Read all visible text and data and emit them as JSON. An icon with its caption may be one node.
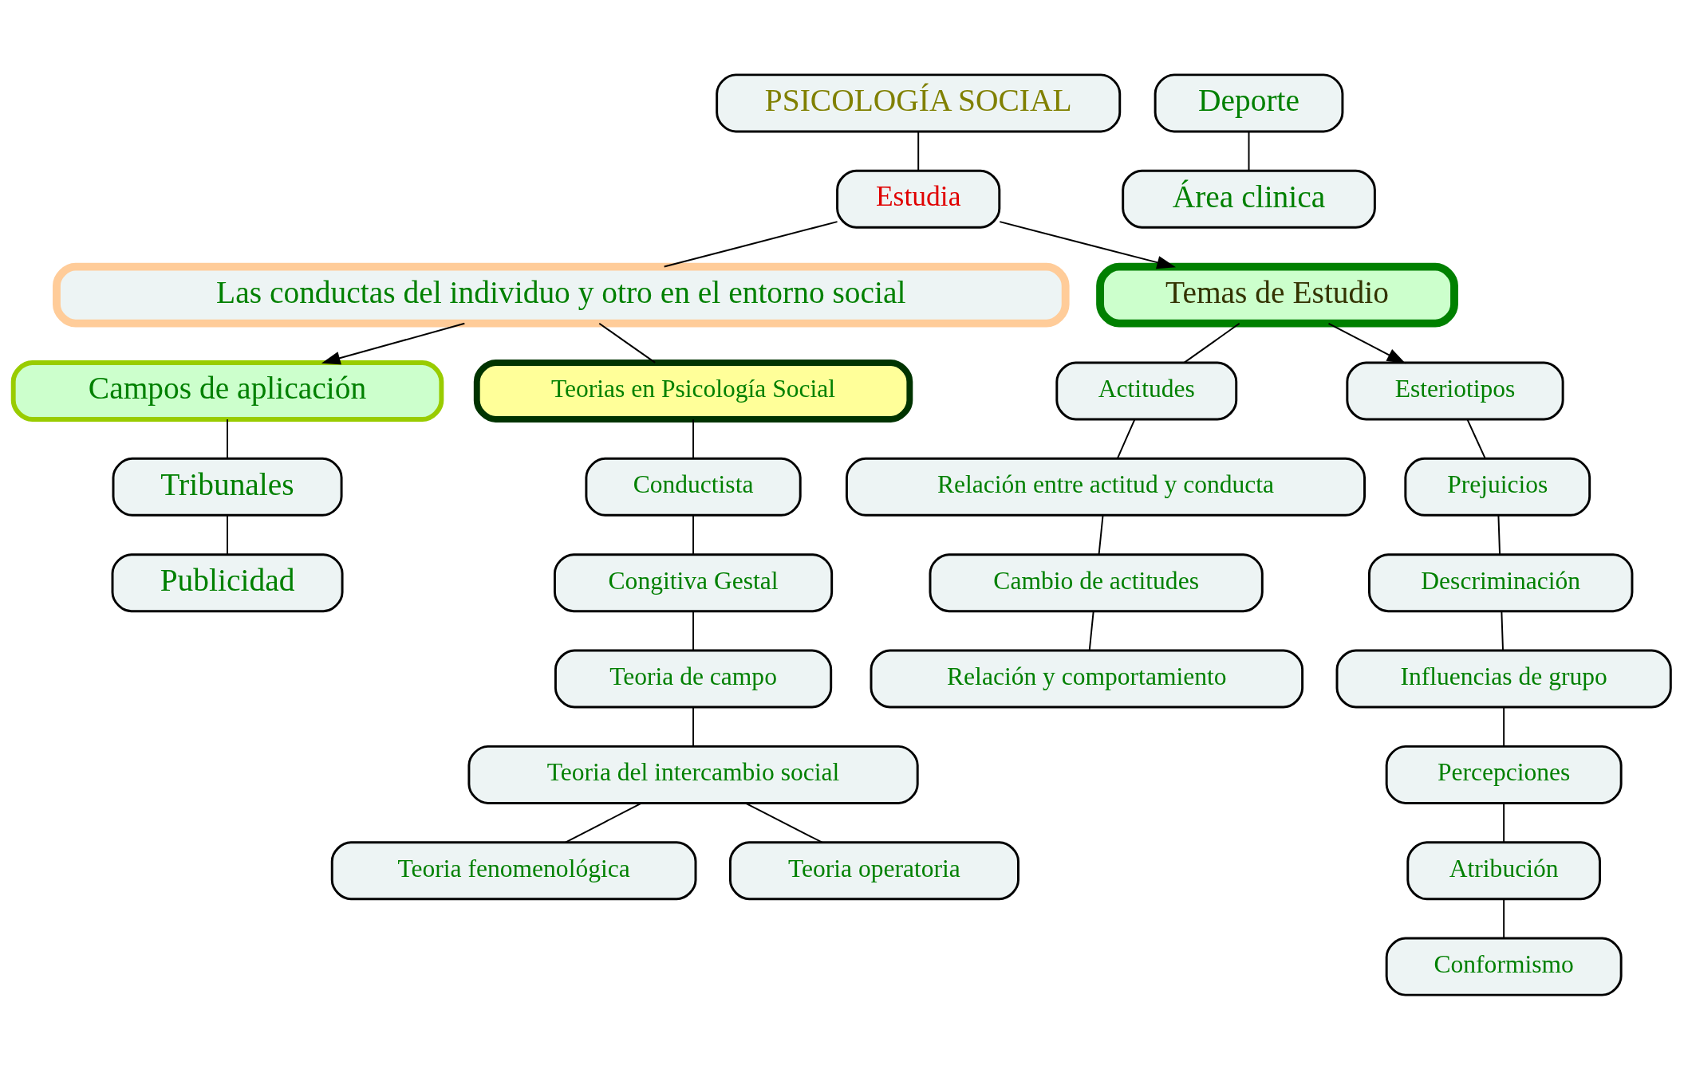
{
  "diagram": {
    "nodes": [
      {
        "text": [
          "PSICOLOGÍA SOCIAL"
        ]
      },
      {
        "text": [
          "Estudia"
        ]
      },
      {
        "text": [
          "Las conductas del individuo y otro en el entorno social"
        ]
      },
      {
        "text": [
          "Temas de Estudio"
        ]
      },
      {
        "text": [
          "Campos de aplicación"
        ]
      },
      {
        "text": [
          "Teorias en Psicología Social"
        ]
      },
      {
        "text": [
          "Tribunales"
        ]
      },
      {
        "text": [
          "Deporte"
        ]
      },
      {
        "text": [
          "Publicidad"
        ]
      },
      {
        "text": [
          "Área clinica"
        ]
      },
      {
        "text": [
          "Conductista"
        ]
      },
      {
        "text": [
          "Congitiva Gestal"
        ]
      },
      {
        "text": [
          "Teoria de campo"
        ]
      },
      {
        "text": [
          "Teoria del intercambio social"
        ]
      },
      {
        "text": [
          "Teoria fenomenológica"
        ]
      },
      {
        "text": [
          "Teoria operatoria"
        ]
      },
      {
        "text": [
          "Actitudes"
        ]
      },
      {
        "text": [
          "Relación entre actitud y conducta"
        ]
      },
      {
        "text": [
          "Cambio de actitudes"
        ]
      },
      {
        "text": [
          "Relación y comportamiento"
        ]
      },
      {
        "text": [
          "Esteriotipos"
        ]
      },
      {
        "text": [
          "Prejuicios"
        ]
      },
      {
        "text": [
          "Descriminación"
        ]
      },
      {
        "text": [
          "Influencias de grupo"
        ]
      },
      {
        "text": [
          "Percepciones"
        ]
      },
      {
        "text": [
          "Atribución"
        ]
      },
      {
        "text": [
          "Conformismo"
        ]
      }
    ],
    "edges": [
      {
        "from": 0,
        "to": 1,
        "arrow": "none"
      },
      {
        "from": 1,
        "to": 2,
        "arrow": "none"
      },
      {
        "from": 1,
        "to": 3,
        "arrow": "to"
      },
      {
        "from": 2,
        "to": 4,
        "arrow": "to"
      },
      {
        "from": 2,
        "to": 5,
        "arrow": "none"
      },
      {
        "from": 4,
        "to": 6,
        "arrow": "none"
      },
      {
        "from": 6,
        "to": 8,
        "arrow": "none"
      },
      {
        "from": 7,
        "to": 9,
        "arrow": "none"
      },
      {
        "from": 5,
        "to": 10,
        "arrow": "none"
      },
      {
        "from": 10,
        "to": 11,
        "arrow": "none"
      },
      {
        "from": 11,
        "to": 12,
        "arrow": "none"
      },
      {
        "from": 12,
        "to": 13,
        "arrow": "none"
      },
      {
        "from": 13,
        "to": 14,
        "arrow": "none"
      },
      {
        "from": 13,
        "to": 15,
        "arrow": "none"
      },
      {
        "from": 3,
        "to": 16,
        "arrow": "none"
      },
      {
        "from": 16,
        "to": 17,
        "arrow": "none"
      },
      {
        "from": 17,
        "to": 18,
        "arrow": "none"
      },
      {
        "from": 18,
        "to": 19,
        "arrow": "none"
      },
      {
        "from": 3,
        "to": 20,
        "arrow": "to"
      },
      {
        "from": 20,
        "to": 21,
        "arrow": "none"
      },
      {
        "from": 21,
        "to": 22,
        "arrow": "none"
      },
      {
        "from": 22,
        "to": 23,
        "arrow": "none"
      },
      {
        "from": 23,
        "to": 24,
        "arrow": "none"
      },
      {
        "from": 24,
        "to": 25,
        "arrow": "none"
      },
      {
        "from": 25,
        "to": 26,
        "arrow": "none"
      }
    ]
  }
}
